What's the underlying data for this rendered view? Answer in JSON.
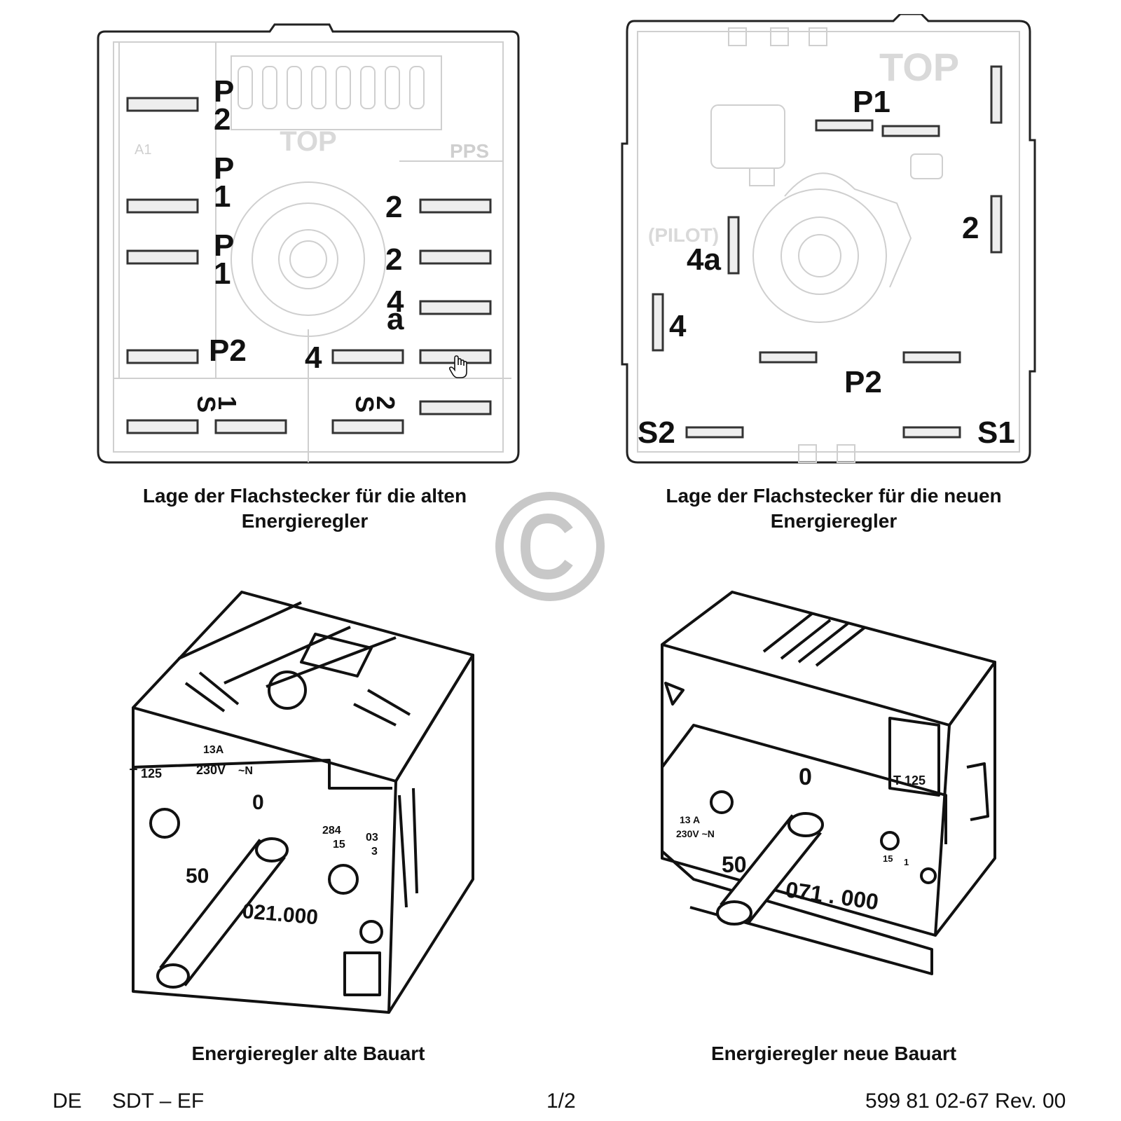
{
  "figure_old": {
    "board_labels": {
      "top": "TOP",
      "a1": "A1",
      "pps": "PPS"
    },
    "terminal_labels": [
      "P",
      "2",
      "P",
      "1",
      "P",
      "1",
      "2",
      "2",
      "4",
      "a",
      "P2",
      "4",
      "S",
      "1",
      "S",
      "2"
    ],
    "caption_line1": "Lage der Flachstecker für die alten",
    "caption_line2": "Energieregler"
  },
  "figure_new": {
    "board_labels": {
      "top": "TOP",
      "pilot": "(PILOT)"
    },
    "terminal_labels": [
      "P1",
      "2",
      "4a",
      "4",
      "P2",
      "S2",
      "S1"
    ],
    "caption_line1": "Lage der Flachstecker für die neuen",
    "caption_line2": "Energieregler"
  },
  "drawing_old": {
    "markings": [
      "13A",
      "230V",
      "~N",
      "T 125",
      "0",
      "284",
      "15",
      "03",
      "3",
      "50",
      "021.000"
    ],
    "caption": "Energieregler alte Bauart"
  },
  "drawing_new": {
    "markings": [
      "0",
      "T 125",
      "13 A",
      "230V ~N",
      "50",
      "071 . 000",
      "15",
      "1"
    ],
    "caption": "Energieregler neue Bauart"
  },
  "watermark": "©",
  "footer": {
    "language": "DE",
    "doc_code": "SDT – EF",
    "page": "1/2",
    "part_number": "599 81 02-67 Rev. 00"
  }
}
